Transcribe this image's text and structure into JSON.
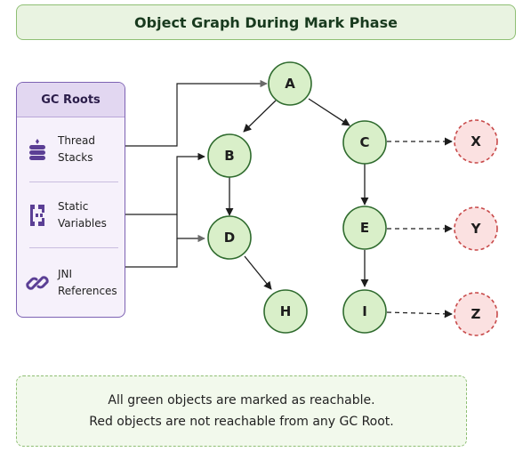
{
  "title": "Object Graph During Mark Phase",
  "gc_roots": {
    "header": "GC Roots",
    "items": [
      {
        "line1": "Thread",
        "line2": "Stacks",
        "icon": "database-icon"
      },
      {
        "line1": "Static",
        "line2": "Variables",
        "icon": "static-variables-icon"
      },
      {
        "line1": "JNI",
        "line2": "References",
        "icon": "link-icon"
      }
    ]
  },
  "nodes": {
    "reachable": [
      "A",
      "B",
      "C",
      "D",
      "E",
      "H",
      "I"
    ],
    "unreachable": [
      "X",
      "Y",
      "Z"
    ]
  },
  "note": {
    "line1": "All green objects are marked as reachable.",
    "line2": "Red objects are not reachable from any GC Root."
  },
  "colors": {
    "reachable_fill": "#d9efc9",
    "reachable_stroke": "#2f6b2e",
    "unreachable_fill": "#fbe1e1",
    "unreachable_stroke": "#c84a4a",
    "roots_accent": "#5b3f95"
  }
}
